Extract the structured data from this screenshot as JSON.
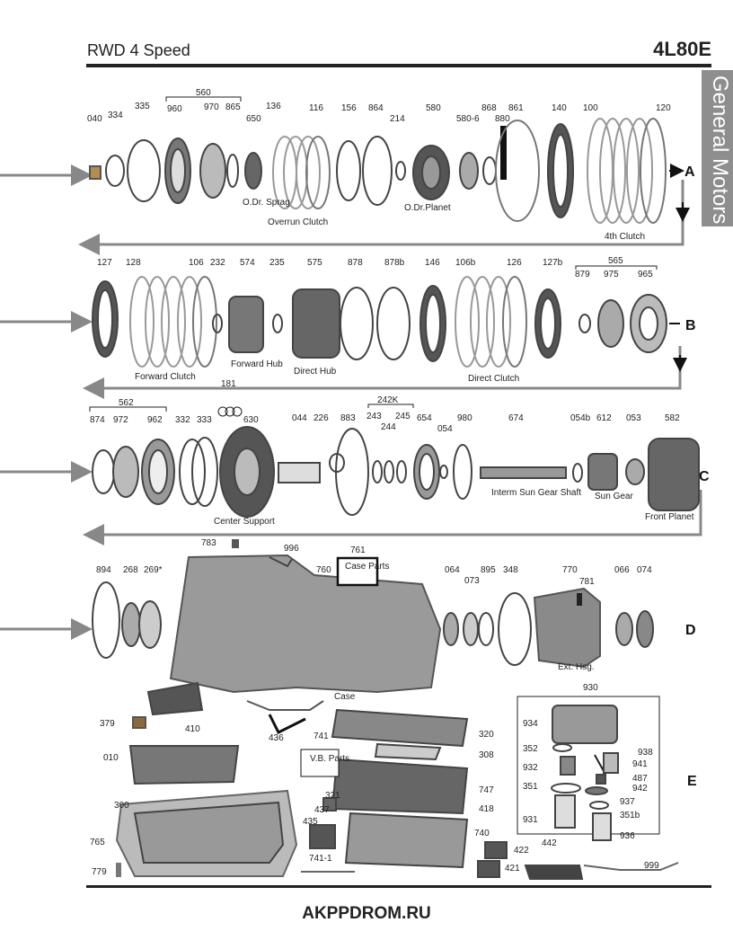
{
  "header": {
    "subtitle": "RWD 4 Speed",
    "model": "4L80E",
    "side_tab": "General Motors"
  },
  "footer": {
    "source": "AKPPDROM.RU"
  },
  "sections": {
    "a": "A",
    "b": "B",
    "c": "C",
    "d": "D",
    "e": "E"
  },
  "row1": {
    "parts": [
      "040",
      "334",
      "335",
      "960",
      "970",
      "865",
      "650",
      "136",
      "116",
      "156",
      "864",
      "214",
      "580",
      "580-6",
      "868",
      "880",
      "861",
      "140",
      "100",
      "120"
    ],
    "group": "560",
    "labels": {
      "odr_sprag": "O.Dr. Sprag",
      "overrun_clutch": "Overrun Clutch",
      "odr_planet": "O.Dr.Planet",
      "fourth_clutch": "4th Clutch"
    }
  },
  "row2": {
    "parts": [
      "127",
      "128",
      "106",
      "232",
      "574",
      "235",
      "575",
      "878",
      "878b",
      "146",
      "106b",
      "126",
      "127b",
      "879",
      "975",
      "965"
    ],
    "group": "565",
    "labels": {
      "forward_clutch": "Forward Clutch",
      "forward_hub": "Forward Hub",
      "direct_hub": "Direct Hub",
      "direct_clutch": "Direct Clutch"
    }
  },
  "row3": {
    "parts": [
      "874",
      "972",
      "962",
      "332",
      "333",
      "630",
      "181",
      "044",
      "226",
      "883",
      "243",
      "244",
      "245",
      "654",
      "054",
      "980",
      "674",
      "054b",
      "612",
      "053",
      "582"
    ],
    "group_a": "562",
    "group_b": "242K",
    "labels": {
      "center_support": "Center Support",
      "interm_sun_gear_shaft": "Interm Sun Gear Shaft",
      "sun_gear": "Sun Gear",
      "front_planet": "Front Planet"
    }
  },
  "row4": {
    "parts": [
      "783",
      "996",
      "761",
      "760",
      "894",
      "268",
      "269*",
      "064",
      "073",
      "895",
      "348",
      "770",
      "781",
      "066",
      "074"
    ],
    "labels": {
      "case_parts": "Case Parts",
      "case": "Case",
      "ext_hsg": "Ext. Hsg."
    }
  },
  "row5": {
    "parts": [
      "410",
      "379",
      "436",
      "741",
      "320",
      "308",
      "010",
      "747",
      "321",
      "437",
      "418",
      "300",
      "435",
      "740",
      "765",
      "741-1",
      "422",
      "442",
      "421",
      "999",
      "779",
      "930",
      "934",
      "352",
      "938",
      "941",
      "932",
      "487",
      "942",
      "351",
      "937",
      "351b",
      "931",
      "936"
    ],
    "labels": {
      "vb_parts": "V.B. Parts"
    }
  }
}
